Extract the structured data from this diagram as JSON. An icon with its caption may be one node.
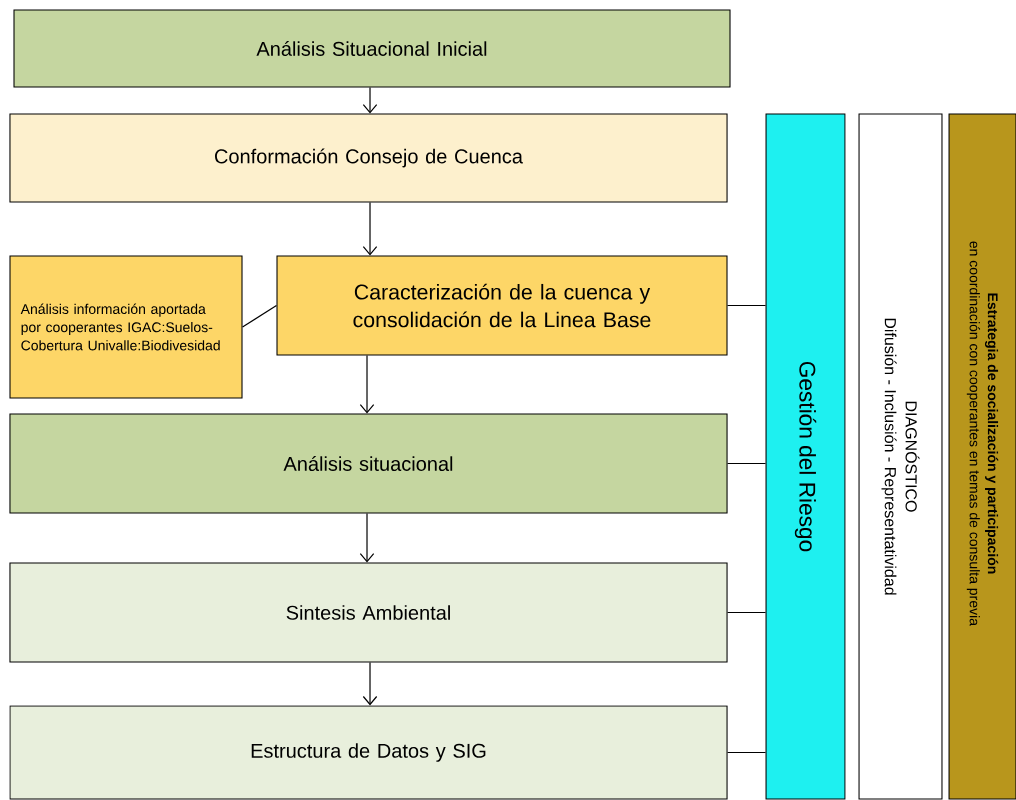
{
  "diagram": {
    "nodes": [
      {
        "text": [
          "Análisis Situacional Inicial"
        ]
      },
      {
        "text": [
          "Conformación Consejo de Cuenca"
        ]
      },
      {
        "text": [
          "Análisis información aportada por cooperantes IGAC:Suelos-Cobertura Univalle:Biodivesidad"
        ]
      },
      {
        "text": [
          "Caracterización de la cuenca y consolidación de la Linea Base"
        ]
      },
      {
        "text": [
          "Análisis situacional"
        ]
      },
      {
        "text": [
          "Sintesis Ambiental"
        ]
      },
      {
        "text": [
          "Estructura de Datos y SIG"
        ]
      },
      {
        "text": [
          "Gestión del Riesgo"
        ]
      },
      {
        "text": [
          "DIAGNÓSTICO",
          "Difusión  -  Inclusión  -  Representatividad"
        ]
      },
      {
        "text": [
          "Estrategia de socialización y participación",
          "en coordinación con cooperantes en temas de consulta previa"
        ]
      }
    ],
    "edges": [
      {
        "from": 0,
        "to": 1,
        "arrow": "to"
      },
      {
        "from": 1,
        "to": 3,
        "arrow": "to"
      },
      {
        "from": 2,
        "to": 3,
        "arrow": "none"
      },
      {
        "from": 3,
        "to": 4,
        "arrow": "to"
      },
      {
        "from": 4,
        "to": 5,
        "arrow": "to"
      },
      {
        "from": 5,
        "to": 6,
        "arrow": "to"
      },
      {
        "from": 3,
        "to": 7,
        "arrow": "none"
      },
      {
        "from": 4,
        "to": 7,
        "arrow": "none"
      },
      {
        "from": 5,
        "to": 7,
        "arrow": "none"
      },
      {
        "from": 6,
        "to": 7,
        "arrow": "none"
      }
    ]
  }
}
